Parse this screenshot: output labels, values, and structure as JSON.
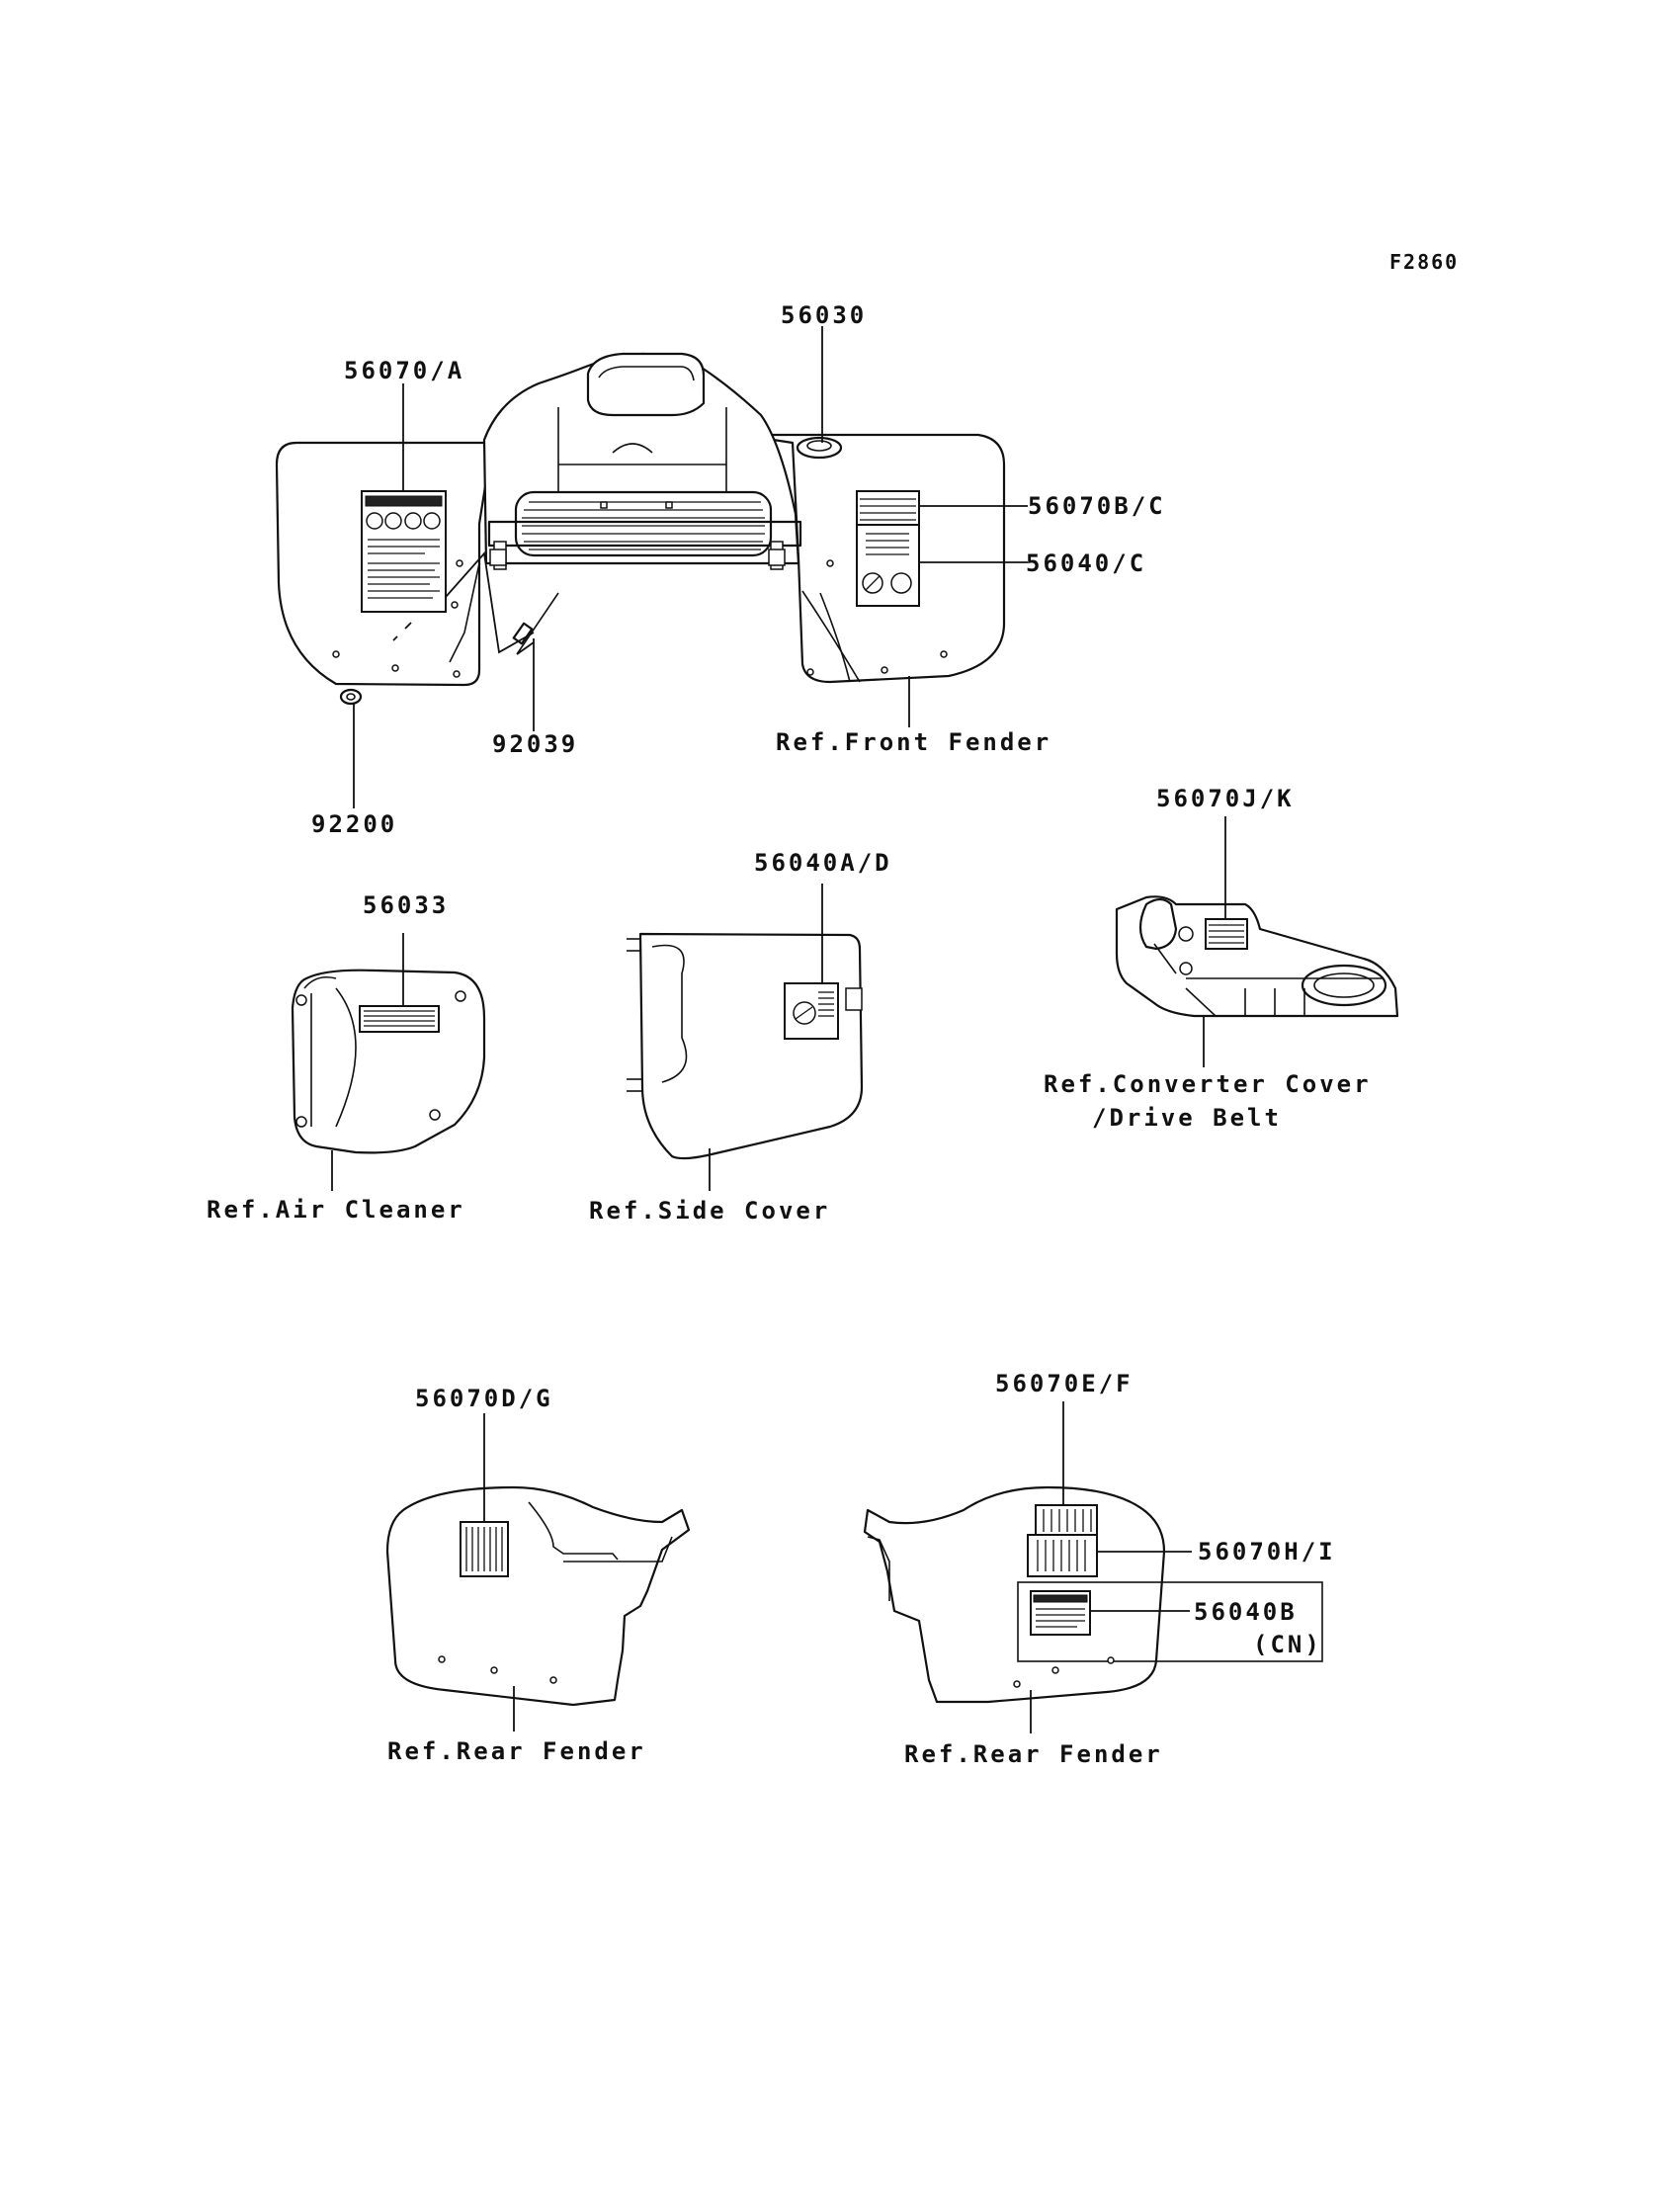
{
  "figure_code": "F2860",
  "labels": {
    "p56030": "56030",
    "p56070A": "56070/A",
    "p56070BC": "56070B/C",
    "p56040C": "56040/C",
    "p92039": "92039",
    "p92200": "92200",
    "front_fender": "Ref.Front Fender",
    "p56070JK": "56070J/K",
    "p56040AD": "56040A/D",
    "p56033": "56033",
    "converter_cover": "Ref.Converter Cover",
    "drive_belt": "/Drive Belt",
    "air_cleaner": "Ref.Air Cleaner",
    "side_cover": "Ref.Side Cover",
    "p56070DG": "56070D/G",
    "p56070EF": "56070E/F",
    "p56070HI": "56070H/I",
    "p56040B": "56040B",
    "cn": "(CN)",
    "rear_fender_left": "Ref.Rear Fender",
    "rear_fender_right": "Ref.Rear Fender"
  },
  "colors": {
    "line": "#111111",
    "background": "#ffffff"
  }
}
